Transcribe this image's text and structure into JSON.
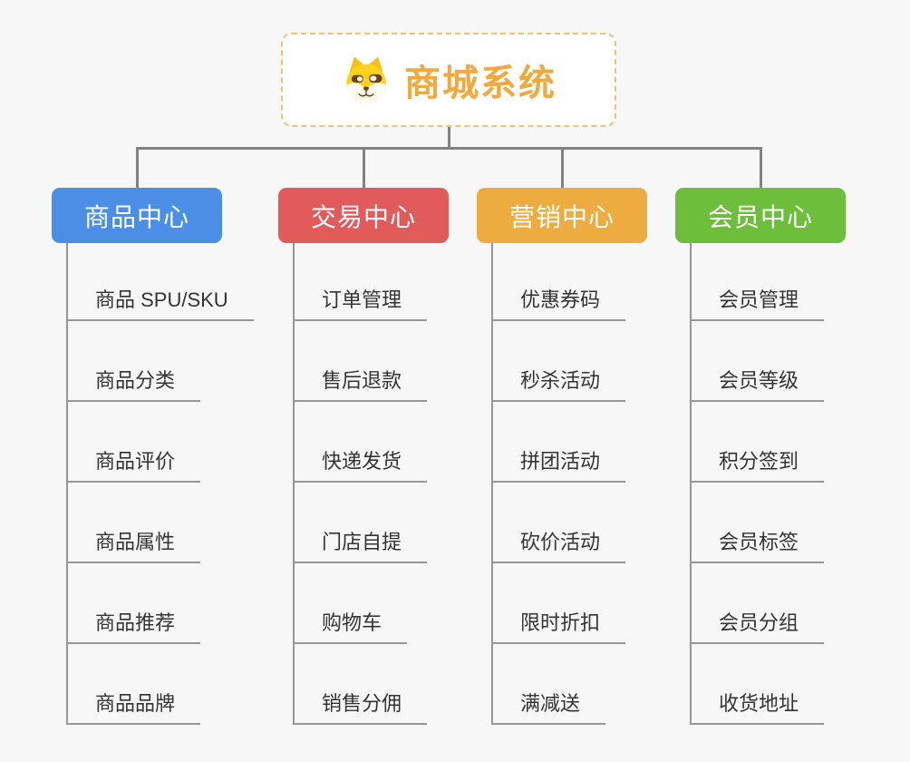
{
  "root": {
    "label": "商城系统",
    "icon": "dog-face-icon",
    "text_color": "#f2a93c",
    "border_color": "#f3c177"
  },
  "branches": [
    {
      "id": "product-center",
      "label": "商品中心",
      "color": "#4a8ee6",
      "children": [
        "商品 SPU/SKU",
        "商品分类",
        "商品评价",
        "商品属性",
        "商品推荐",
        "商品品牌"
      ]
    },
    {
      "id": "trade-center",
      "label": "交易中心",
      "color": "#e25b5b",
      "children": [
        "订单管理",
        "售后退款",
        "快递发货",
        "门店自提",
        "购物车",
        "销售分佣"
      ]
    },
    {
      "id": "marketing-center",
      "label": "营销中心",
      "color": "#ecac3f",
      "children": [
        "优惠券码",
        "秒杀活动",
        "拼团活动",
        "砍价活动",
        "限时折扣",
        "满减送"
      ]
    },
    {
      "id": "member-center",
      "label": "会员中心",
      "color": "#6cbe3b",
      "children": [
        "会员管理",
        "会员等级",
        "积分签到",
        "会员标签",
        "会员分组",
        "收货地址"
      ]
    }
  ],
  "colors": {
    "background": "#f7f7f7",
    "connector": "#828282",
    "branch_line": "#979797",
    "child_text": "#333333"
  }
}
